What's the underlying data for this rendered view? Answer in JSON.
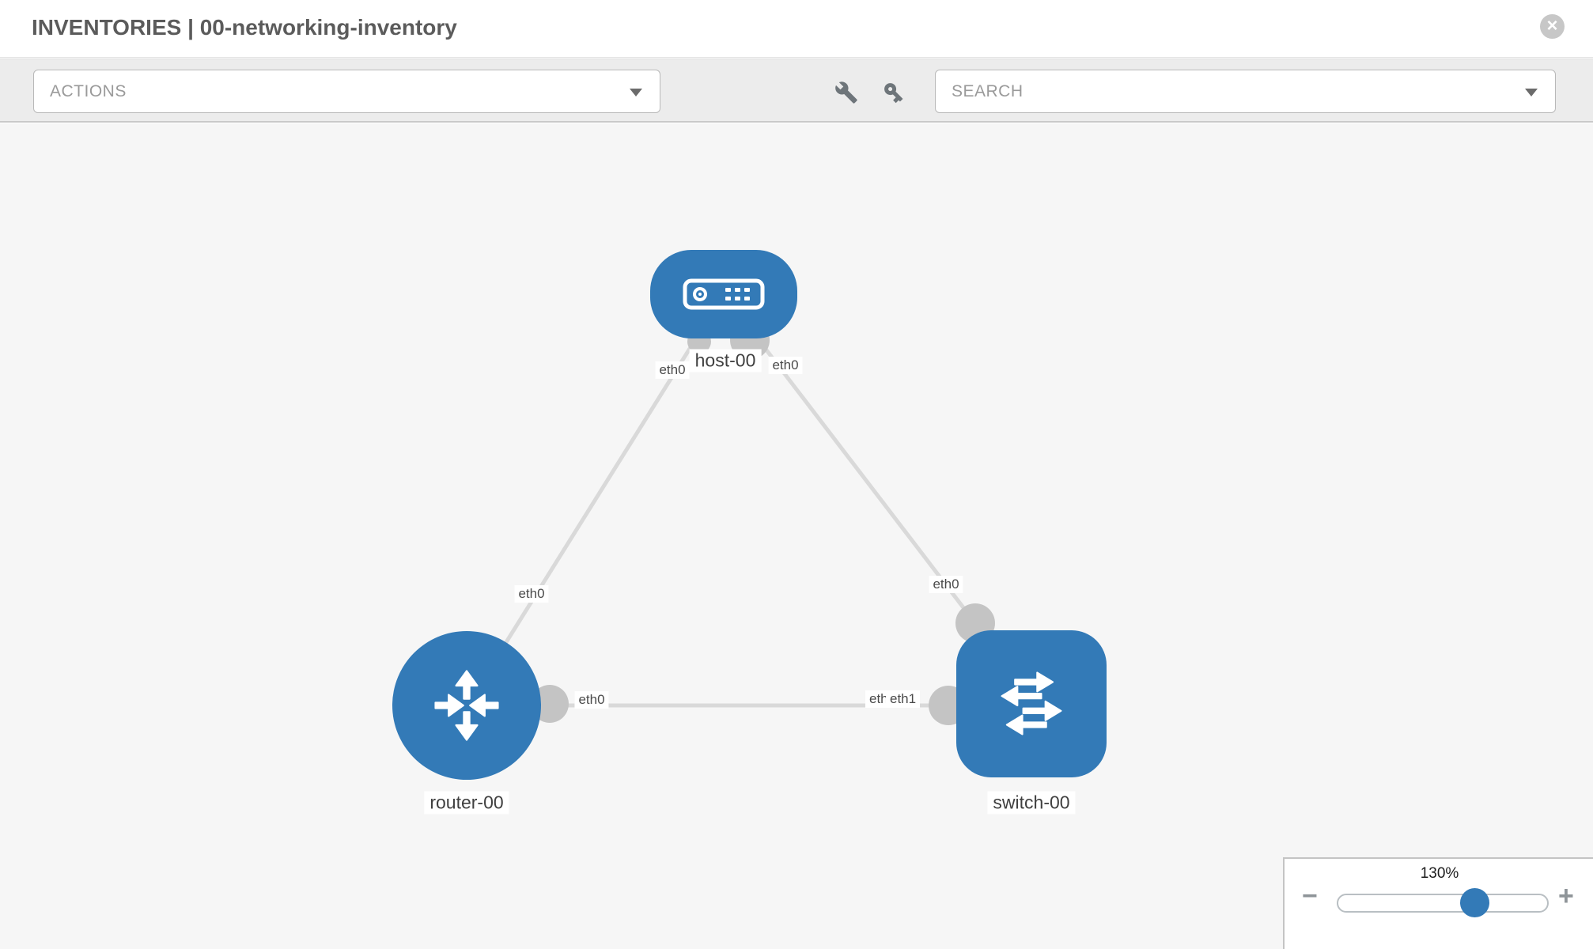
{
  "header": {
    "title": "INVENTORIES | 00-networking-inventory"
  },
  "toolbar": {
    "actions_label": "ACTIONS",
    "search_placeholder": "SEARCH"
  },
  "icons": {
    "close": "×",
    "minus": "−",
    "plus": "+",
    "toolbar": [
      "wrench",
      "key"
    ]
  },
  "zoom_control": {
    "value": "130%",
    "percent_along_track": 64
  },
  "colors": {
    "node_blue": "#337ab7",
    "link_gray": "#d9d9d9",
    "connector_gray": "#c4c4c4",
    "canvas_bg": "#f6f6f6",
    "toolbar_bg": "#ececec"
  },
  "topology": {
    "nodes": [
      {
        "id": "host-00",
        "label": "host-00",
        "type": "host"
      },
      {
        "id": "router-00",
        "label": "router-00",
        "type": "router"
      },
      {
        "id": "switch-00",
        "label": "switch-00",
        "type": "switch"
      }
    ],
    "links": [
      {
        "from": "host-00",
        "to": "router-00",
        "from_if": "eth0",
        "to_if": "eth0"
      },
      {
        "from": "host-00",
        "to": "switch-00",
        "from_if": "eth0",
        "to_if": "eth0"
      },
      {
        "from": "router-00",
        "to": "switch-00",
        "from_if": "eth0",
        "to_if": "eth1"
      }
    ],
    "interface_labels": [
      {
        "text": "eth0"
      },
      {
        "text": "eth0"
      },
      {
        "text": "eth0"
      },
      {
        "text": "eth0"
      },
      {
        "text": "eth0"
      },
      {
        "text": "eth0"
      },
      {
        "text": "eth1"
      }
    ]
  }
}
